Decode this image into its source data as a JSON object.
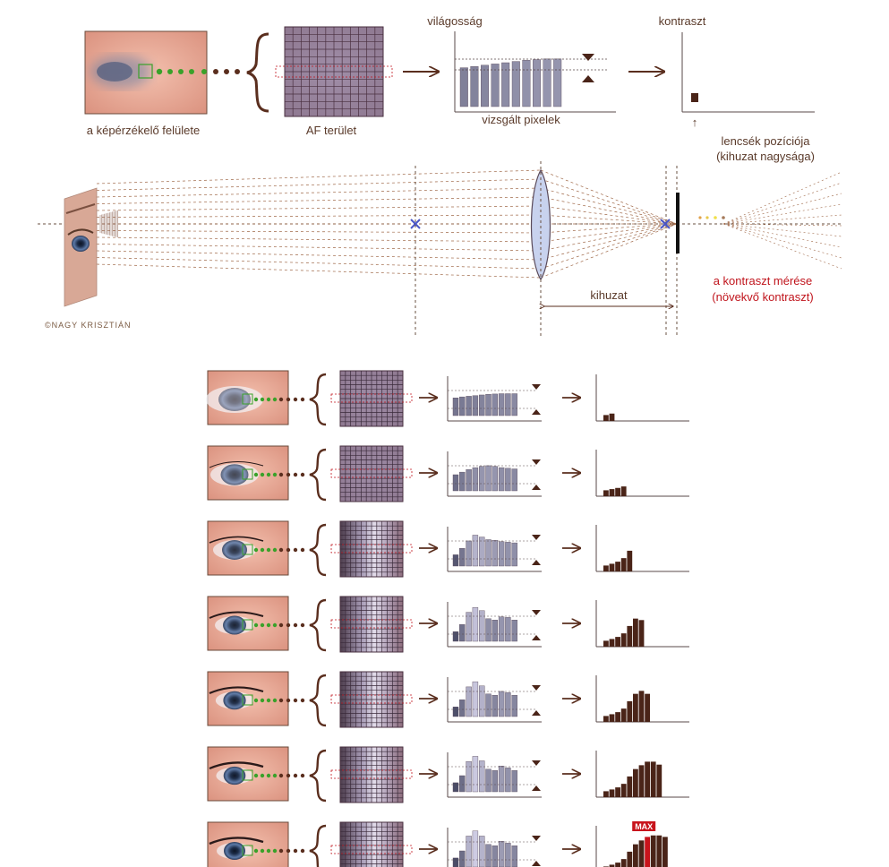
{
  "labels": {
    "sensor_surface": "a képérzékelő felülete",
    "af_area": "AF terület",
    "brightness_axis": "világosság",
    "contrast_axis": "kontraszt",
    "examined_pixels": "vizsgált pixelek",
    "lens_position_line1": "lencsék pozíciója",
    "lens_position_line2": "(kihuzat nagysága)",
    "extension": "kihuzat",
    "measure_line1": "a kontraszt mérése",
    "measure_line2": "(növekvő kontraszt)",
    "signature": "©NAGY KRISZTIÁN",
    "max_badge": "MAX"
  },
  "colors": {
    "brown": "#5a2e1e",
    "dark_brown": "#4a2418",
    "green": "#3aa12a",
    "red_text": "#c0141c",
    "lens_fill": "#c8d2ee",
    "max_bar": "#c8141c",
    "cross": "#4a56c8"
  },
  "top_row": {
    "histogram": [
      0.62,
      0.64,
      0.66,
      0.68,
      0.7,
      0.72,
      0.74,
      0.75,
      0.76,
      0.76
    ],
    "contrast_bars": [
      1
    ]
  },
  "steps": [
    {
      "blur": 6.0,
      "histogram": [
        0.55,
        0.58,
        0.6,
        0.62,
        0.64,
        0.66,
        0.67,
        0.68,
        0.68,
        0.68
      ],
      "contrast": [
        2,
        2.5
      ]
    },
    {
      "blur": 3.5,
      "histogram": [
        0.5,
        0.58,
        0.66,
        0.72,
        0.76,
        0.78,
        0.76,
        0.72,
        0.7,
        0.68
      ],
      "contrast": [
        2,
        2.4,
        2.8,
        3.3
      ]
    },
    {
      "blur": 2.0,
      "histogram": [
        0.35,
        0.55,
        0.78,
        0.96,
        0.9,
        0.82,
        0.8,
        0.76,
        0.74,
        0.72
      ],
      "contrast": [
        2,
        2.6,
        3.3,
        4.5,
        7
      ]
    },
    {
      "blur": 1.0,
      "histogram": [
        0.3,
        0.52,
        0.9,
        1.05,
        0.95,
        0.7,
        0.66,
        0.76,
        0.74,
        0.66
      ],
      "contrast": [
        2,
        2.6,
        3.3,
        4.5,
        7,
        9.5,
        9
      ]
    },
    {
      "blur": 0.6,
      "histogram": [
        0.3,
        0.52,
        0.92,
        1.08,
        0.95,
        0.7,
        0.66,
        0.78,
        0.74,
        0.66
      ],
      "contrast": [
        2,
        2.6,
        3.3,
        4.5,
        7,
        9.5,
        10.5,
        9.5
      ]
    },
    {
      "blur": 0.3,
      "histogram": [
        0.28,
        0.5,
        0.94,
        1.1,
        0.96,
        0.7,
        0.66,
        0.8,
        0.74,
        0.66
      ],
      "contrast": [
        2,
        2.6,
        3.3,
        4.5,
        7,
        9.5,
        10.8,
        12,
        12,
        11
      ]
    },
    {
      "blur": 0.0,
      "histogram": [
        0.28,
        0.5,
        0.96,
        1.12,
        0.96,
        0.7,
        0.66,
        0.8,
        0.74,
        0.66
      ],
      "contrast": [
        2,
        2.6,
        3.3,
        4.5,
        7,
        9.5,
        10.8,
        12,
        12.5,
        12.5,
        12
      ],
      "max_index": 7
    }
  ]
}
